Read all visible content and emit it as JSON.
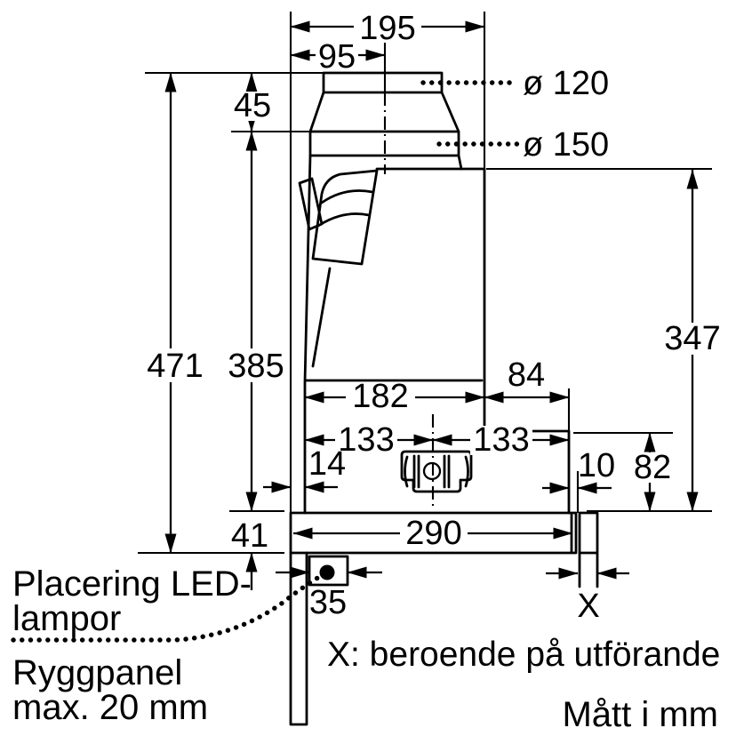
{
  "drawing": {
    "colors": {
      "line": "#000000",
      "background": "#ffffff"
    },
    "labels": {
      "dim_195": "195",
      "dim_95": "95",
      "dim_45": "45",
      "dia_120": "ø 120",
      "dia_150": "ø 150",
      "dim_471": "471",
      "dim_385": "385",
      "dim_347": "347",
      "dim_84": "84",
      "dim_182": "182",
      "dim_133_left": "133",
      "dim_133_right": "133",
      "dim_14": "14",
      "dim_10": "10",
      "dim_82": "82",
      "dim_41": "41",
      "dim_290": "290",
      "dim_35": "35",
      "dim_x": "X",
      "led_note_line1": "Placering LED-",
      "led_note_line2": "lampor",
      "back_panel_line1": "Ryggpanel",
      "back_panel_line2": "max. 20 mm",
      "x_note": "X: beroende på utförande",
      "units_note": "Mått i mm"
    }
  }
}
